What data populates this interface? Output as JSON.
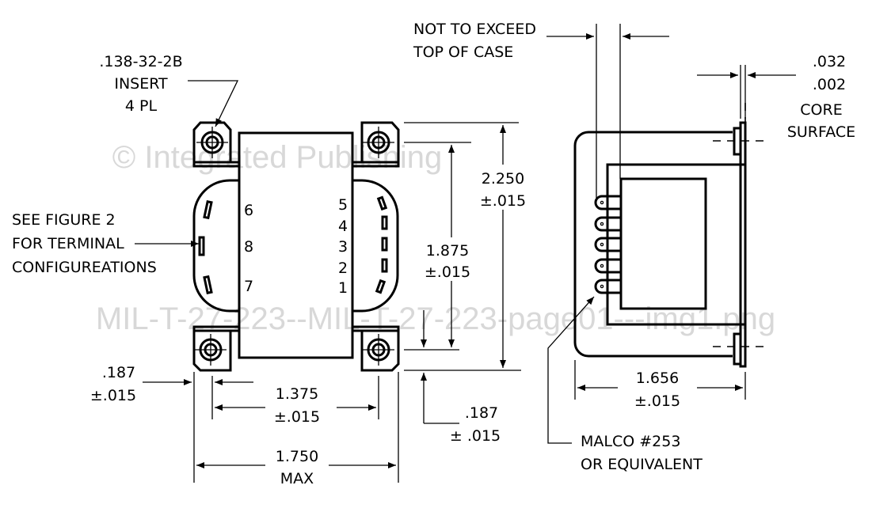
{
  "insert_callout": {
    "line1": ".138-32-2B",
    "line2": "INSERT",
    "line3": "4 PL"
  },
  "figure_callout": {
    "line1": "SEE FIGURE 2",
    "line2": "FOR TERMINAL",
    "line3": "CONFIGUREATIONS"
  },
  "terminals_left": [
    "6",
    "8",
    "7"
  ],
  "terminals_right": [
    "5",
    "4",
    "3",
    "2",
    "1"
  ],
  "dimensions": {
    "height_total": {
      "value": "2.250",
      "tol": "±.015"
    },
    "mount_vertical": {
      "value": "1.875",
      "tol": "±.015"
    },
    "edge_vertical": {
      "value": ".187",
      "tol": "± .015"
    },
    "edge_horizontal": {
      "value": ".187",
      "tol": "±.015"
    },
    "mount_horizontal": {
      "value": "1.375",
      "tol": "±.015"
    },
    "width_max": {
      "value": "1.750",
      "tol": "MAX"
    },
    "depth": {
      "value": "1.656",
      "tol": "±.015"
    },
    "core_surface": {
      "value1": ".032",
      "value2": ".002",
      "label1": "CORE",
      "label2": "SURFACE"
    }
  },
  "top_note": {
    "line1": "NOT TO EXCEED",
    "line2": "TOP OF CASE"
  },
  "terminal_note": {
    "line1": "MALCO #253",
    "line2": "OR EQUIVALENT"
  },
  "watermark": {
    "line1": "© Integrated Publishing",
    "line2": "MIL-T-27-223--MIL-T-27-223-page01---img1.png"
  }
}
